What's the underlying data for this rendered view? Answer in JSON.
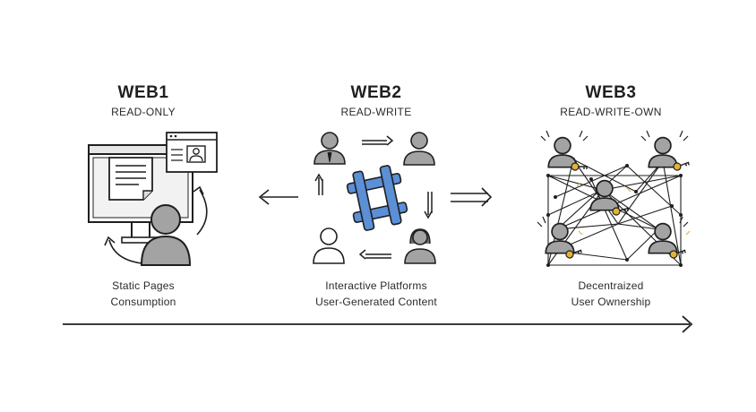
{
  "columns": [
    {
      "title": "WEB1",
      "subtitle": "READ-ONLY",
      "caption_lines": [
        "Static Pages",
        "Consumption"
      ]
    },
    {
      "title": "WEB2",
      "subtitle": "READ-WRITE",
      "caption_lines": [
        "Interactive Platforms",
        "User-Generated Content"
      ]
    },
    {
      "title": "WEB3",
      "subtitle": "READ-WRITE-OWN",
      "caption_lines": [
        "Decentraized",
        "User Ownership"
      ]
    }
  ],
  "colors": {
    "line": "#1f1f1f",
    "fill_gray": "#9e9e9e",
    "hash_blue": "#5b8fd6",
    "key_gold": "#e2b23a"
  },
  "icons": {
    "web1": [
      "computer-monitor-icon",
      "document-icon",
      "profile-window-icon",
      "user-icon",
      "cycle-arrow-icon"
    ],
    "web2": [
      "hash-icon",
      "user-icon",
      "arrow-icon"
    ],
    "web3": [
      "network-icon",
      "user-icon",
      "key-icon"
    ],
    "timeline": "timeline-arrow-icon"
  }
}
